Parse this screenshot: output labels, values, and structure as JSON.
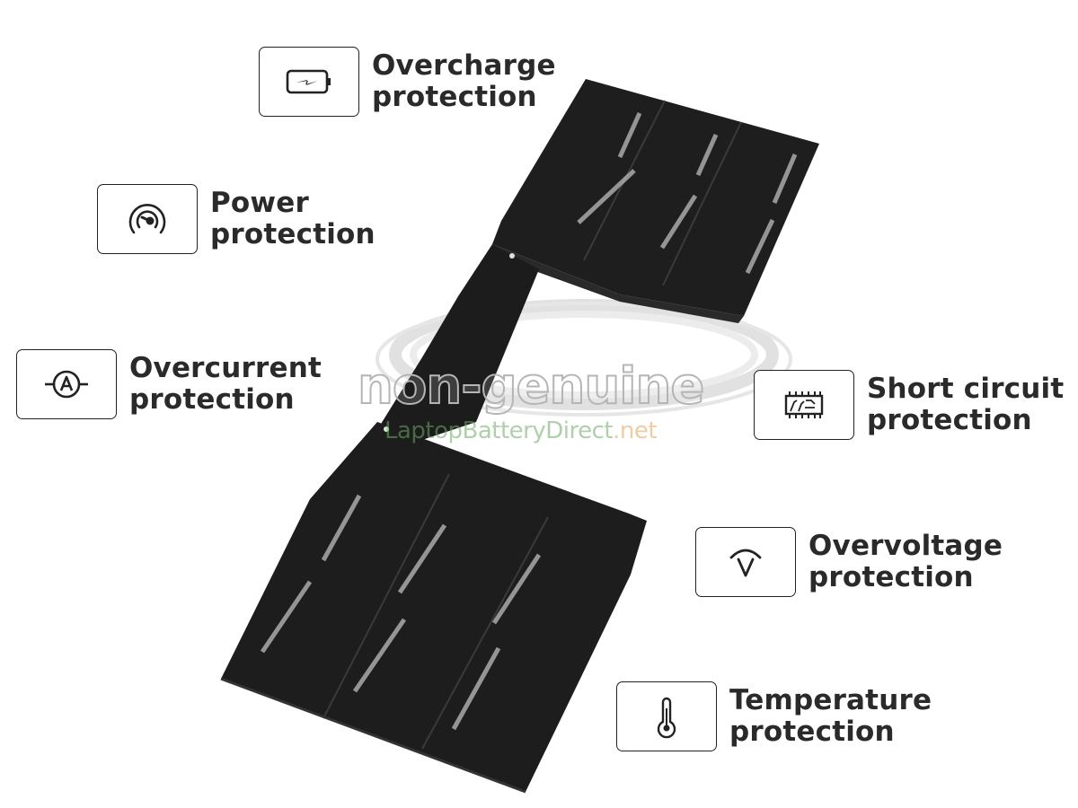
{
  "product_image": {
    "subject": "laptop battery (two 3-cell packs joined by a connector strip)",
    "colors": {
      "battery": "#1c1c1c",
      "label_text": "#2a2a2a",
      "icon_stroke": "#222222"
    }
  },
  "watermark": {
    "main": "non-genuine",
    "site_part1": "LaptopBatteryDirect",
    "site_part2": ".net"
  },
  "features": [
    {
      "icon": "battery-charging-icon",
      "line1": "Overcharge",
      "line2": "protection"
    },
    {
      "icon": "gauge-icon",
      "line1": "Power",
      "line2": "protection"
    },
    {
      "icon": "ammeter-icon",
      "line1": "Overcurrent",
      "line2": "protection"
    },
    {
      "icon": "circuit-chip-icon",
      "line1": "Short circuit",
      "line2": "protection"
    },
    {
      "icon": "voltmeter-icon",
      "line1": "Overvoltage",
      "line2": "protection"
    },
    {
      "icon": "thermometer-icon",
      "line1": "Temperature",
      "line2": "protection"
    }
  ]
}
